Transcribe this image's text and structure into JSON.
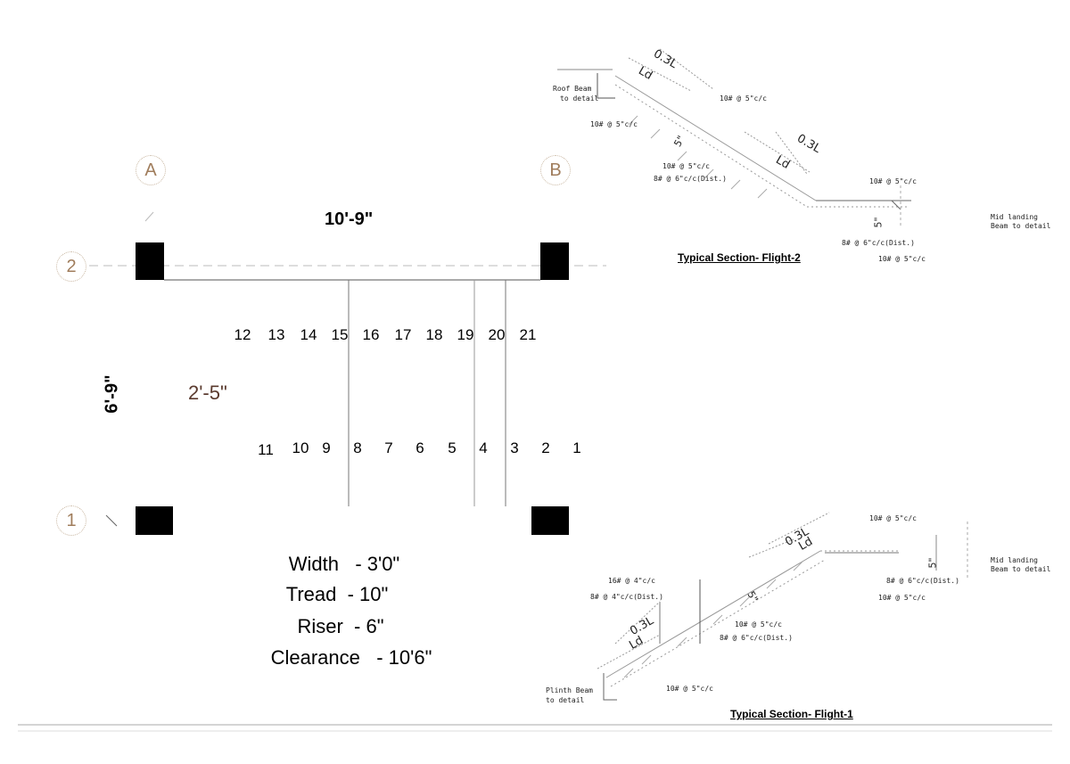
{
  "plan": {
    "grid_labels": {
      "a": "A",
      "b": "B",
      "row1": "1",
      "row2": "2"
    },
    "dimension_length": "10'-9\"",
    "dimension_width": "6'-9\"",
    "dimension_landing": "2'-5\"",
    "steps_upper": [
      "12",
      "13",
      "14",
      "15",
      "16",
      "17",
      "18",
      "19",
      "20",
      "21"
    ],
    "steps_lower": [
      "11",
      "10",
      "9",
      "8",
      "7",
      "6",
      "5",
      "4",
      "3",
      "2",
      "1"
    ],
    "specs": [
      "Width   - 3'0\"",
      "Tread  - 10\"",
      "Riser  - 6\"",
      "Clearance   - 10'6\""
    ]
  },
  "flight2": {
    "title": "Typical Section- Flight-2",
    "roof_beam": [
      "Roof Beam",
      "to detail"
    ],
    "mid_landing": [
      "Mid landing",
      "Beam to detail"
    ],
    "dims": [
      "0.3L",
      "Ld",
      "0.3L",
      "Ld",
      "5\"",
      "5\""
    ],
    "notes": [
      "10# @ 5\"c/c",
      "10# @ 5\"c/c",
      "10# @ 5\"c/c",
      "8# @ 6\"c/c(Dist.)",
      "10# @ 5\"c/c",
      "8# @ 6\"c/c(Dist.)",
      "10# @ 5\"c/c"
    ]
  },
  "flight1": {
    "title": "Typical Section- Flight-1",
    "plinth_beam": [
      "Plinth Beam",
      "to detail"
    ],
    "mid_landing": [
      "Mid landing",
      "Beam to detail"
    ],
    "dims": [
      "0.3L",
      "Ld",
      "0.3L",
      "Ld",
      "5\"",
      "5\""
    ],
    "notes": [
      "10# @ 5\"c/c",
      "8# @ 6\"c/c(Dist.)",
      "10# @ 5\"c/c",
      "16# @ 4\"c/c",
      "8# @ 4\"c/c(Dist.)",
      "10# @ 5\"c/c",
      "8# @ 6\"c/c(Dist.)",
      "10# @ 5\"c/c"
    ]
  },
  "colors": {
    "grid_bubble": "#a07d5c",
    "landing_dim": "#5a3a2e"
  }
}
